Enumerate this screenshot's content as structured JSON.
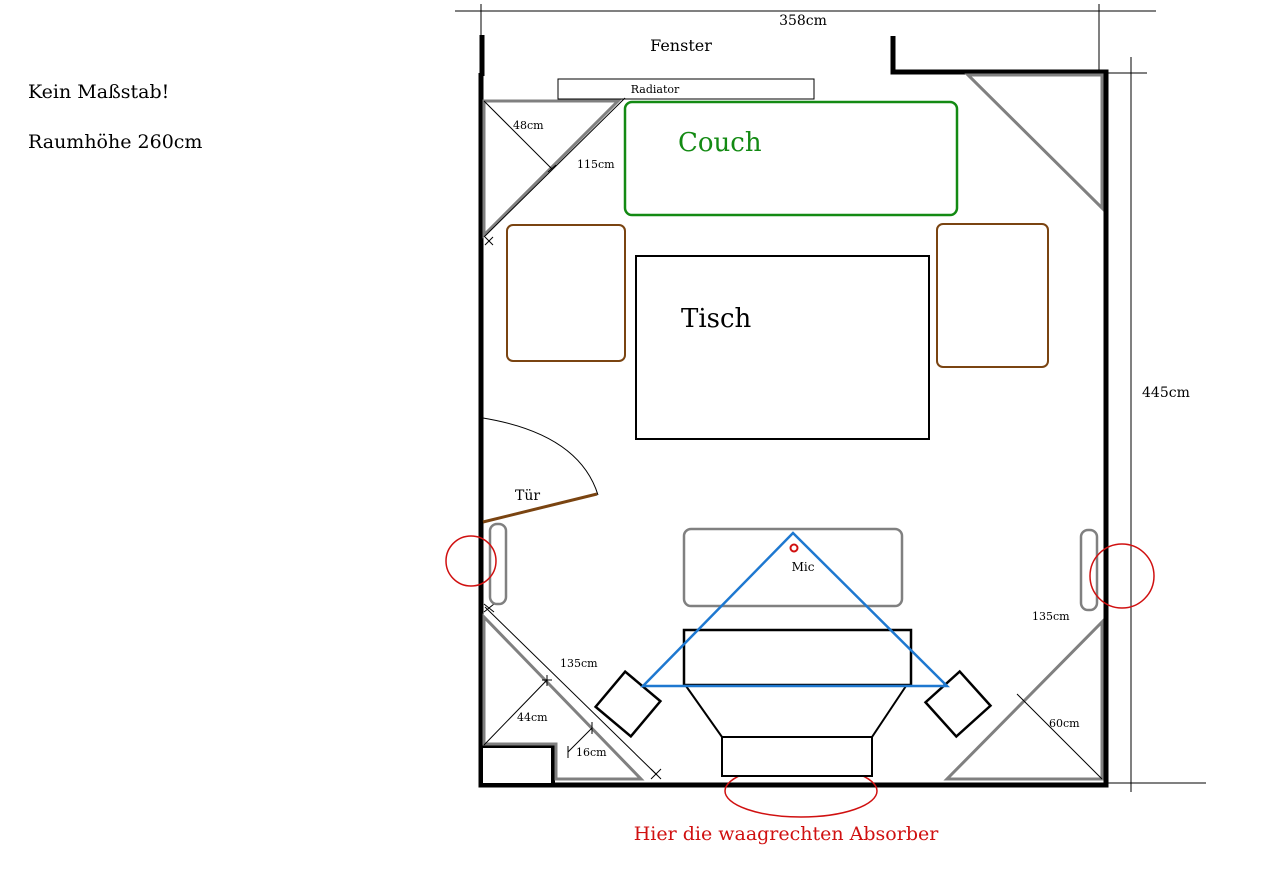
{
  "notes": {
    "scale": "Kein Maßstab!",
    "room_height": "Raumhöhe 260cm"
  },
  "dimensions": {
    "width": "358cm",
    "length": "445cm",
    "corner_tl_depth": "48cm",
    "corner_tl_diag": "115cm",
    "corner_bl_diag": "135cm",
    "corner_bl_depth": "44cm",
    "corner_bl_gap": "16cm",
    "corner_br_diag": "135cm",
    "corner_br_depth": "60cm"
  },
  "labels": {
    "window": "Fenster",
    "radiator": "Radiator",
    "couch": "Couch",
    "table": "Tisch",
    "door": "Tür",
    "mic": "Mic",
    "absorber_note": "Hier die waagrechten Absorber"
  },
  "colors": {
    "wall": "#000000",
    "absorber": "#808080",
    "couch": "#138a13",
    "chair": "#7a4411",
    "triangle": "#1e78d0",
    "marker": "#d01010"
  }
}
